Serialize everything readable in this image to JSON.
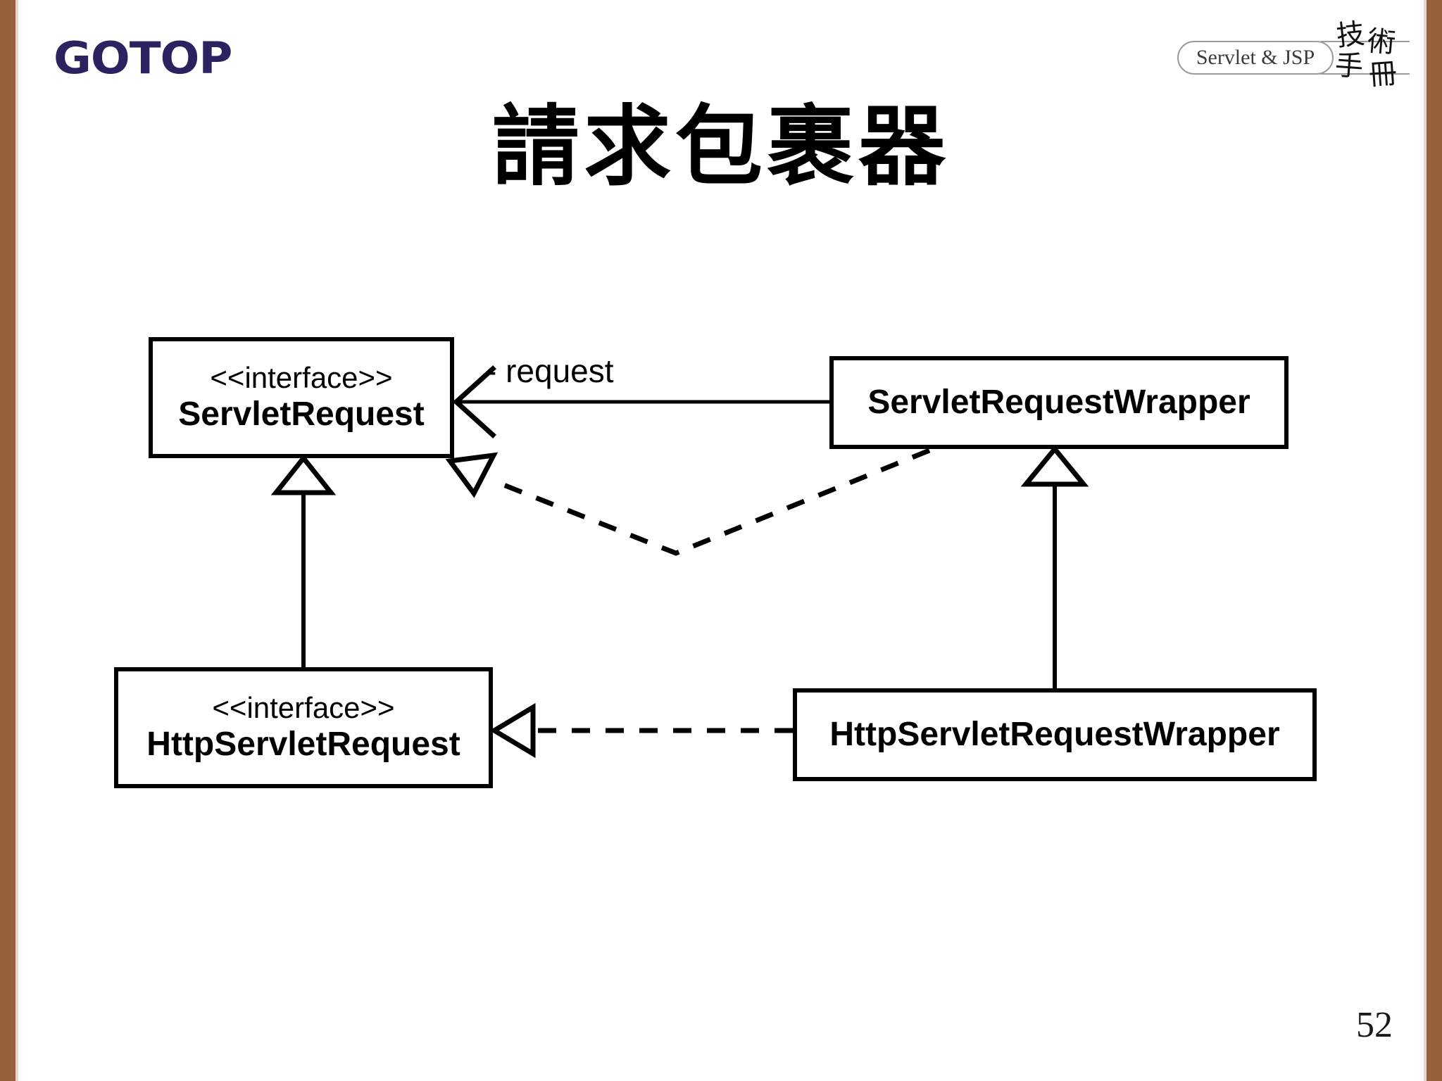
{
  "slide": {
    "page_number": "52",
    "title": "請求包裹器",
    "background_color": "#ffffff",
    "accent_bar_color": "#96603a"
  },
  "branding": {
    "logo_text": "GOTOP",
    "logo_color": "#2b2260",
    "badge": {
      "pill_text": "Servlet & JSP",
      "cjk_chars": [
        "技",
        "術",
        "手",
        "冊"
      ],
      "rule_color": "#9b9b9b"
    }
  },
  "diagram": {
    "type": "uml-class-diagram",
    "boxes": [
      {
        "id": "servletrequest",
        "stereotype": "<<interface>>",
        "name": "ServletRequest"
      },
      {
        "id": "servletrequestwrapper",
        "stereotype": "",
        "name": "ServletRequestWrapper"
      },
      {
        "id": "httpservletrequest",
        "stereotype": "<<interface>>",
        "name": "HttpServletRequest"
      },
      {
        "id": "httpservletrequestwrapper",
        "stereotype": "",
        "name": "HttpServletRequestWrapper"
      }
    ],
    "edges": [
      {
        "id": "association-request",
        "from": "ServletRequestWrapper",
        "to": "ServletRequest",
        "kind": "association",
        "style": "solid",
        "arrowhead": "open",
        "label": "- request"
      },
      {
        "id": "generalization-httpservletrequest",
        "from": "HttpServletRequest",
        "to": "ServletRequest",
        "kind": "generalization",
        "style": "solid",
        "arrowhead": "hollow-triangle",
        "label": ""
      },
      {
        "id": "realization-servletrequestwrapper",
        "from": "ServletRequestWrapper",
        "to": "ServletRequest",
        "kind": "realization",
        "style": "dashed",
        "arrowhead": "hollow-triangle",
        "label": ""
      },
      {
        "id": "generalization-httpservletrequestwrapper",
        "from": "HttpServletRequestWrapper",
        "to": "ServletRequestWrapper",
        "kind": "generalization",
        "style": "solid",
        "arrowhead": "hollow-triangle",
        "label": ""
      },
      {
        "id": "realization-httpservletrequestwrapper",
        "from": "HttpServletRequestWrapper",
        "to": "HttpServletRequest",
        "kind": "realization",
        "style": "dashed",
        "arrowhead": "hollow-triangle",
        "label": ""
      }
    ]
  }
}
